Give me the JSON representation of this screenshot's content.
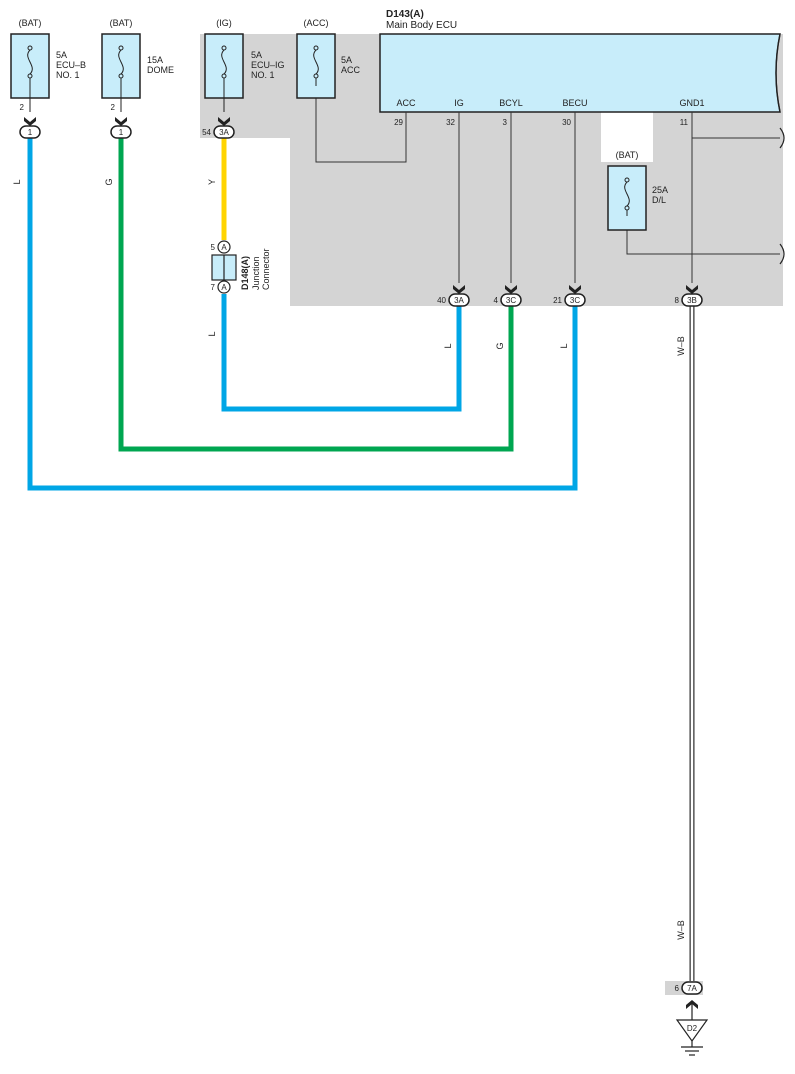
{
  "colors": {
    "wire_L": "#00a6e6",
    "wire_G": "#00a651",
    "wire_Y": "#ffd400",
    "wire_thin": "#333333",
    "ecu_fill": "#c8edfa",
    "fuse_fill": "#c8edfa",
    "shade": "#d4d4d4"
  },
  "fuses": {
    "ecu_b": {
      "source": "(BAT)",
      "rating": "5A",
      "name_1": "ECU–B",
      "name_2": "NO. 1",
      "pin": "2",
      "connector": "1"
    },
    "dome": {
      "source": "(BAT)",
      "rating": "15A",
      "name_1": "DOME",
      "pin": "2",
      "connector": "1"
    },
    "ecu_ig": {
      "source": "(IG)",
      "rating": "5A",
      "name_1": "ECU–IG",
      "name_2": "NO. 1",
      "pin": "54",
      "connector": "3A"
    },
    "acc": {
      "source": "(ACC)",
      "rating": "5A",
      "name_1": "ACC"
    },
    "dl": {
      "source": "(BAT)",
      "rating": "25A",
      "name_1": "D/L"
    }
  },
  "ecu": {
    "id": "D143(A)",
    "name": "Main Body ECU",
    "terminals": [
      {
        "label": "ACC",
        "pin": "29"
      },
      {
        "label": "IG",
        "pin": "32"
      },
      {
        "label": "BCYL",
        "pin": "3"
      },
      {
        "label": "BECU",
        "pin": "30"
      },
      {
        "label": "GND1",
        "pin": "11"
      }
    ],
    "bottom_connectors": [
      {
        "pin": "40",
        "connector": "3A"
      },
      {
        "pin": "4",
        "connector": "3C"
      },
      {
        "pin": "21",
        "connector": "3C"
      },
      {
        "pin": "8",
        "connector": "3B"
      }
    ]
  },
  "junction": {
    "id": "D148(A)",
    "name_1": "Junction",
    "name_2": "Connector",
    "pin_top": "5",
    "pin_bottom": "7",
    "connector": "A"
  },
  "wire_labels": {
    "ecu_b": "L",
    "dome": "G",
    "ig_upper": "Y",
    "ig_lower": "L",
    "ecu_ig": "L",
    "ecu_bcyl": "G",
    "ecu_becu": "L",
    "gnd_upper": "W–B",
    "gnd_lower": "W–B"
  },
  "ground": {
    "pin": "6",
    "connector": "7A",
    "point": "D2"
  }
}
